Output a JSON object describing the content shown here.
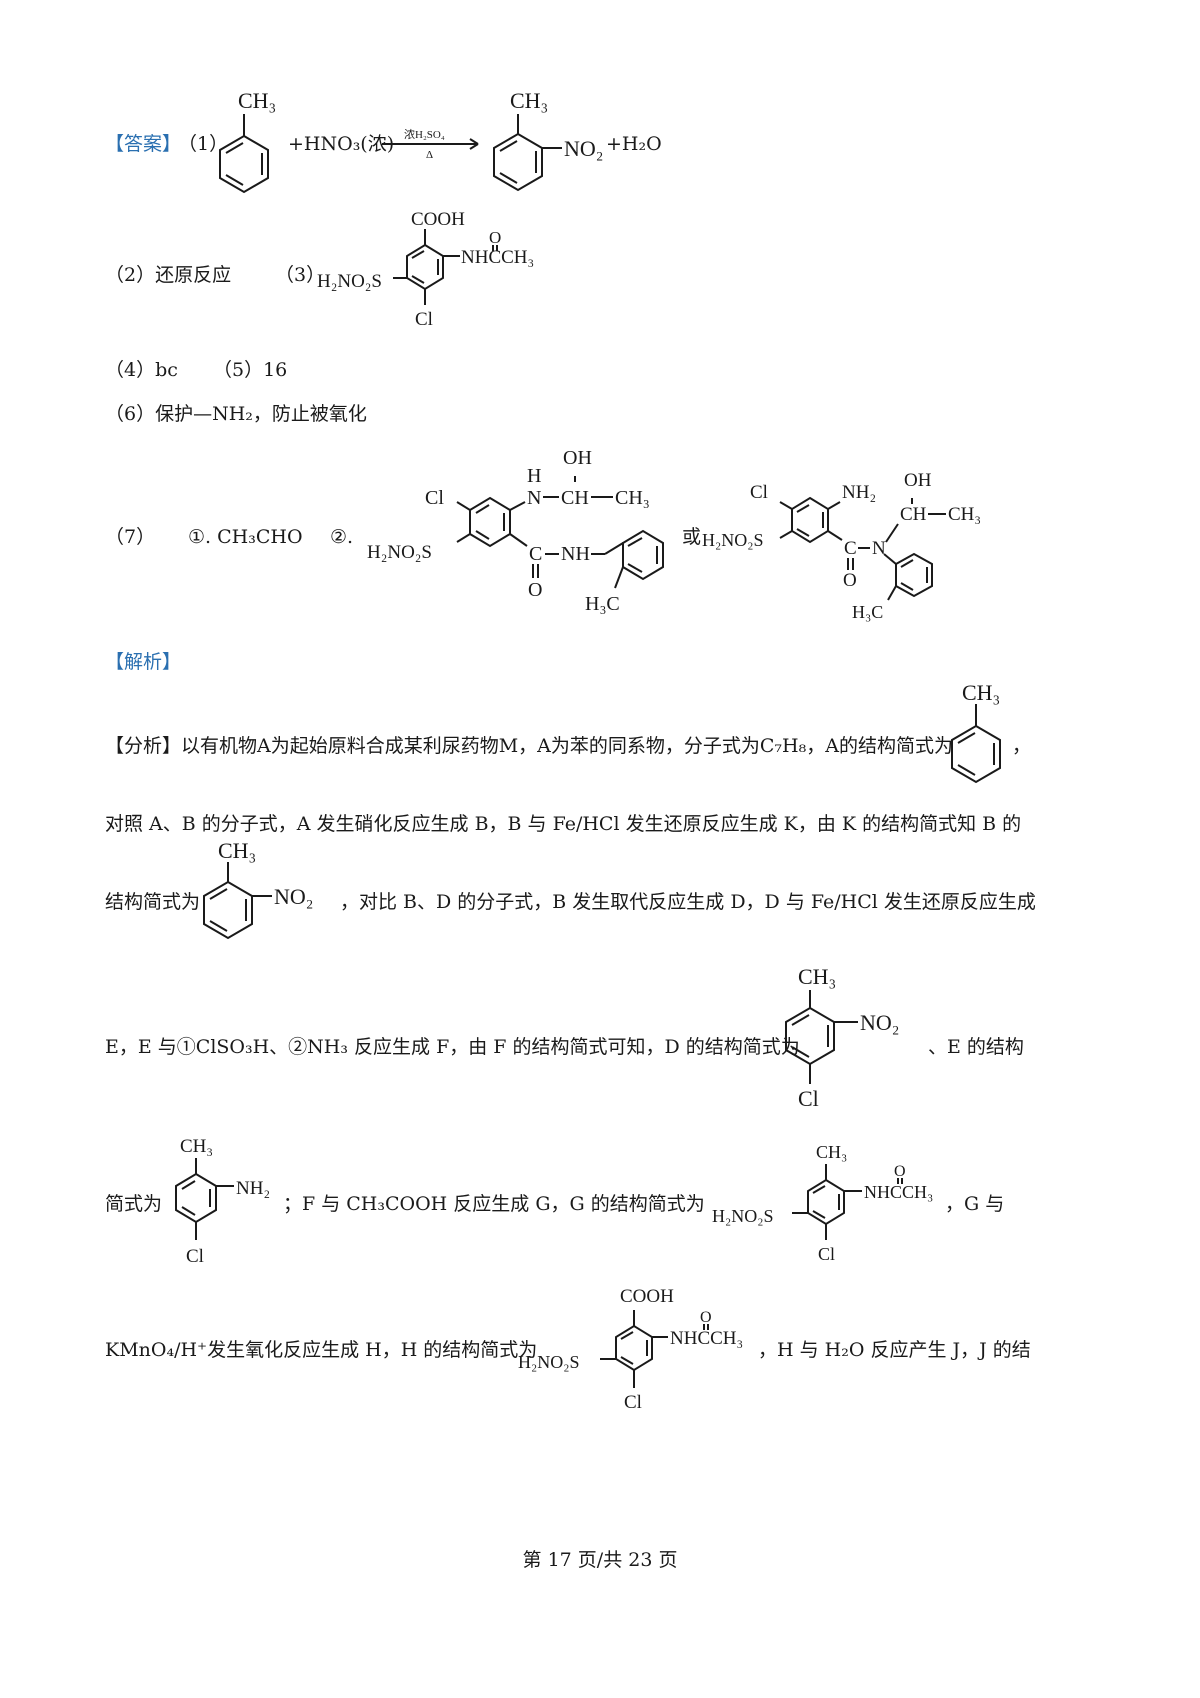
{
  "answer": {
    "label": "【答案】",
    "q1_num": "（1）",
    "reagent": "+HNO₃(浓)",
    "catalyst": "浓H₂SO₄",
    "heat": "Δ",
    "product_tail": "+H₂O",
    "q2": "（2）还原反应",
    "q3_num": "（3）",
    "q4": "（4）bc",
    "q5": "（5）16",
    "q6": "（6）保护—NH₂，防止被氧化",
    "q7_num": "（7）",
    "q7_part1": "①. CH₃CHO",
    "q7_part2": "②.",
    "q7_or": "或"
  },
  "analysis": {
    "label": "【解析】",
    "p1": "【分析】以有机物A为起始原料合成某利尿药物M，A为苯的同系物，分子式为C₇H₈，A的结构简式为",
    "p1_end": "，",
    "p2": "对照 A、B 的分子式，A 发生硝化反应生成 B，B 与 Fe/HCl 发生还原反应生成 K，由 K 的结构简式知 B 的",
    "p3a": "结构简式为",
    "p3b": "，对比 B、D 的分子式，B 发生取代反应生成 D，D 与 Fe/HCl 发生还原反应生成",
    "p4a": "E，E 与①ClSO₃H、②NH₃ 反应生成 F，由 F 的结构简式可知，D 的结构简式为",
    "p4b": "、E 的结构",
    "p5a": "简式为",
    "p5b": "；F 与 CH₃COOH 反应生成 G，G 的结构简式为",
    "p5c": "，G 与",
    "p6a": "KMnO₄/H⁺发生氧化反应生成 H，H 的结构简式为",
    "p6b": "，H 与 H₂O 反应产生 J，J 的结"
  },
  "molecule_labels": {
    "ch3": "CH₃",
    "no2": "NO₂",
    "nh2": "NH₂",
    "cl": "Cl",
    "cooh": "COOH",
    "o": "O",
    "nhcch3": "NHCCH₃",
    "h2no2s": "H₂NO₂S",
    "oh": "OH",
    "h": "H",
    "n": "N",
    "ch": "CH",
    "c": "C",
    "nh": "NH",
    "h3c": "H₃C"
  },
  "footer": "第 17 页/共 23 页"
}
